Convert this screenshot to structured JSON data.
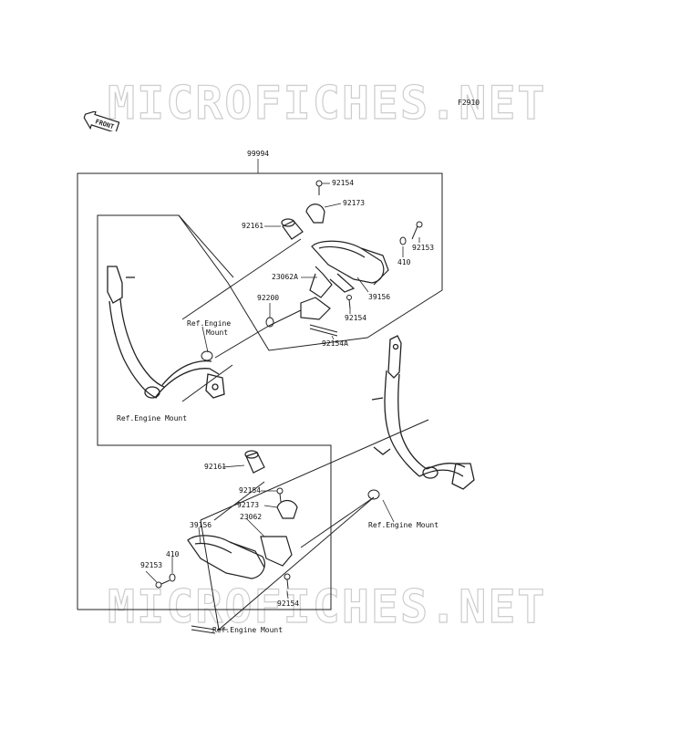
{
  "watermark": {
    "text": "MICROFICHES.NET"
  },
  "figure_code": "F2910",
  "front_badge": "FRONT",
  "labels": {
    "assembly": "99994",
    "p92154_top": "92154",
    "p92173_top": "92173",
    "p92161_top": "92161",
    "p92153_right": "92153",
    "p410_right": "410",
    "p23062A": "23062A",
    "p39156_right": "39156",
    "p92200": "92200",
    "p92154_mid": "92154",
    "ref_engine_mount_1": "Ref.Engine",
    "ref_engine_mount_1b": "Mount",
    "p92154A": "92154A",
    "ref_engine_mount_2": "Ref.Engine Mount",
    "p92161_low": "92161",
    "p92154_low": "92154",
    "p92173_low": "92173",
    "p23062": "23062",
    "p39156_low": "39156",
    "p410_low": "410",
    "p92153_low": "92153",
    "p92154_bottom": "92154",
    "ref_engine_mount_3": "Ref.Engine Mount",
    "ref_engine_mount_4": "Ref.Engine Mount"
  }
}
